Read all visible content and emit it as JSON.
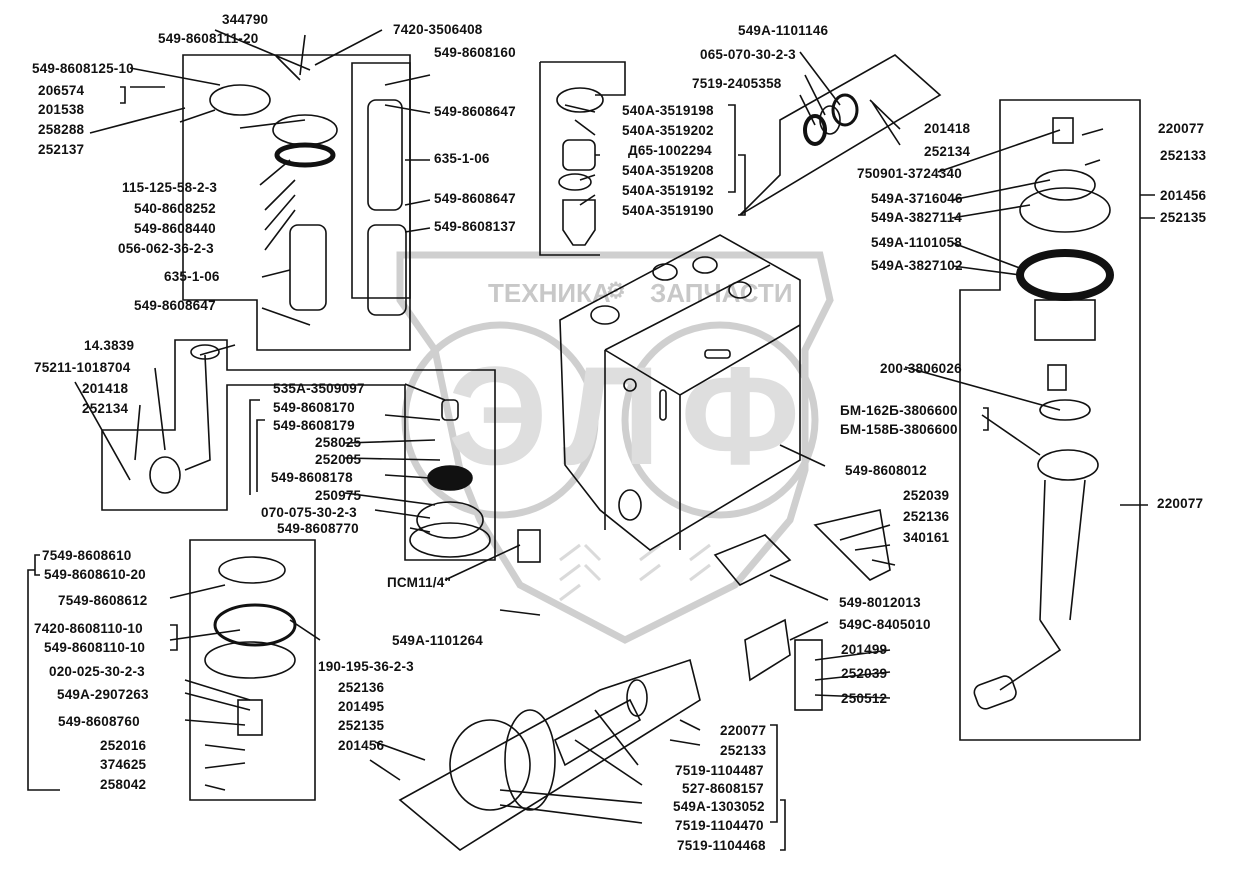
{
  "diagram": {
    "title": "Fuel tank assembly – exploded parts diagram",
    "watermark": {
      "top_text_left": "ТЕХНИКА",
      "top_text_right": "ЗАПЧАСТИ",
      "logo_letters": "ЭЛФ",
      "gear_symbol": "⚙"
    },
    "groups": {
      "filter_assembly": [
        "344790",
        "549-8608111-20",
        "7420-3506408",
        "549-8608125-10",
        "206574",
        "201538",
        "258288",
        "252137",
        "549-8608160",
        "549-8608647",
        "635-1-06",
        "549-8608647",
        "549-8608137",
        "115-125-58-2-3",
        "540-8608252",
        "549-8608440",
        "056-062-36-2-3",
        "635-1-06",
        "549-8608647"
      ],
      "breather_assembly": [
        "540A-3519198",
        "540A-3519202",
        "Д65-1002294",
        "540A-3519208",
        "540A-3519192",
        "540A-3519190"
      ],
      "fuel_intake_assembly": [
        "549A-1101146",
        "065-070-30-2-3",
        "7519-2405358",
        "201418",
        "252134"
      ],
      "fuel_gauge_sensor": [
        "220077",
        "252133",
        "201456",
        "252135",
        "750901-3724340",
        "549A-3716046",
        "549A-3827114",
        "549A-1101058",
        "549A-3827102",
        "200-3806026",
        "БМ-162Б-3806600",
        "БМ-158Б-3806600",
        "220077"
      ],
      "drain_pipe": [
        "14.3839",
        "75211-1018704",
        "201418",
        "252134"
      ],
      "drain_valve": [
        "535A-3509097",
        "549-8608170",
        "549-8608179",
        "258025",
        "252005",
        "549-8608178",
        "250975",
        "070-075-30-2-3",
        "549-8608770",
        "ПСМ11/4\""
      ],
      "filler_neck": [
        "7549-8608610",
        "549-8608610-20",
        "7549-8608612",
        "7420-8608110-10",
        "549-8608110-10",
        "190-195-36-2-3",
        "020-025-30-2-3",
        "549A-2907263",
        "549-8608760",
        "252016",
        "374625",
        "258042",
        "252136",
        "201495"
      ],
      "mounting": [
        "549-8608012",
        "252039",
        "252136",
        "340161",
        "549-8012013",
        "549C-8405010",
        "201499",
        "252039",
        "250512",
        "549A-1101264"
      ],
      "intake_filter": [
        "252135",
        "201456",
        "220077",
        "252133",
        "7519-1104487",
        "527-8608157",
        "549A-1303052",
        "7519-1104470",
        "7519-1104468"
      ]
    },
    "labels": [
      {
        "id": "l1",
        "text": "344790"
      },
      {
        "id": "l2",
        "text": "549-8608111-20"
      },
      {
        "id": "l3",
        "text": "7420-3506408"
      },
      {
        "id": "l4",
        "text": "549-8608125-10"
      },
      {
        "id": "l5",
        "text": "206574"
      },
      {
        "id": "l6",
        "text": "201538"
      },
      {
        "id": "l7",
        "text": "258288"
      },
      {
        "id": "l8",
        "text": "252137"
      },
      {
        "id": "l9",
        "text": "549-8608160"
      },
      {
        "id": "l10",
        "text": "549-8608647"
      },
      {
        "id": "l11",
        "text": "635-1-06"
      },
      {
        "id": "l12",
        "text": "549-8608647"
      },
      {
        "id": "l13",
        "text": "549-8608137"
      },
      {
        "id": "l14",
        "text": "115-125-58-2-3"
      },
      {
        "id": "l15",
        "text": "540-8608252"
      },
      {
        "id": "l16",
        "text": "549-8608440"
      },
      {
        "id": "l17",
        "text": "056-062-36-2-3"
      },
      {
        "id": "l18",
        "text": "635-1-06"
      },
      {
        "id": "l19",
        "text": "549-8608647"
      },
      {
        "id": "l20",
        "text": "540A-3519198"
      },
      {
        "id": "l21",
        "text": "540A-3519202"
      },
      {
        "id": "l22",
        "text": "Д65-1002294"
      },
      {
        "id": "l23",
        "text": "540A-3519208"
      },
      {
        "id": "l24",
        "text": "540A-3519192"
      },
      {
        "id": "l25",
        "text": "540A-3519190"
      },
      {
        "id": "l26",
        "text": "549A-1101146"
      },
      {
        "id": "l27",
        "text": "065-070-30-2-3"
      },
      {
        "id": "l28",
        "text": "7519-2405358"
      },
      {
        "id": "l29",
        "text": "201418"
      },
      {
        "id": "l30",
        "text": "252134"
      },
      {
        "id": "l31",
        "text": "220077"
      },
      {
        "id": "l32",
        "text": "252133"
      },
      {
        "id": "l33",
        "text": "750901-3724340"
      },
      {
        "id": "l34",
        "text": "549A-3716046"
      },
      {
        "id": "l35",
        "text": "201456"
      },
      {
        "id": "l36",
        "text": "549A-3827114"
      },
      {
        "id": "l37",
        "text": "252135"
      },
      {
        "id": "l38",
        "text": "549A-1101058"
      },
      {
        "id": "l39",
        "text": "549A-3827102"
      },
      {
        "id": "l40",
        "text": "14.3839"
      },
      {
        "id": "l41",
        "text": "75211-1018704"
      },
      {
        "id": "l42",
        "text": "201418"
      },
      {
        "id": "l43",
        "text": "252134"
      },
      {
        "id": "l44",
        "text": "200-3806026"
      },
      {
        "id": "l45",
        "text": "БМ-162Б-3806600"
      },
      {
        "id": "l46",
        "text": "БМ-158Б-3806600"
      },
      {
        "id": "l47",
        "text": "535A-3509097"
      },
      {
        "id": "l48",
        "text": "549-8608170"
      },
      {
        "id": "l49",
        "text": "549-8608179"
      },
      {
        "id": "l50",
        "text": "258025"
      },
      {
        "id": "l51",
        "text": "252005"
      },
      {
        "id": "l52",
        "text": "549-8608178"
      },
      {
        "id": "l53",
        "text": "250975"
      },
      {
        "id": "l54",
        "text": "070-075-30-2-3"
      },
      {
        "id": "l55",
        "text": "549-8608770"
      },
      {
        "id": "l56",
        "text": "549-8608012"
      },
      {
        "id": "l57",
        "text": "220077"
      },
      {
        "id": "l58",
        "text": "252039"
      },
      {
        "id": "l59",
        "text": "252136"
      },
      {
        "id": "l60",
        "text": "340161"
      },
      {
        "id": "l61",
        "text": "ПСМ11/4\""
      },
      {
        "id": "l62",
        "text": "7549-8608610"
      },
      {
        "id": "l63",
        "text": "549-8608610-20"
      },
      {
        "id": "l64",
        "text": "7549-8608612"
      },
      {
        "id": "l65",
        "text": "7420-8608110-10"
      },
      {
        "id": "l66",
        "text": "549-8608110-10"
      },
      {
        "id": "l67",
        "text": "190-195-36-2-3"
      },
      {
        "id": "l68",
        "text": "549A-1101264"
      },
      {
        "id": "l69",
        "text": "549-8012013"
      },
      {
        "id": "l70",
        "text": "549C-8405010"
      },
      {
        "id": "l71",
        "text": "020-025-30-2-3"
      },
      {
        "id": "l72",
        "text": "549A-2907263"
      },
      {
        "id": "l73",
        "text": "252136"
      },
      {
        "id": "l74",
        "text": "201495"
      },
      {
        "id": "l75",
        "text": "201499"
      },
      {
        "id": "l76",
        "text": "252039"
      },
      {
        "id": "l77",
        "text": "250512"
      },
      {
        "id": "l78",
        "text": "549-8608760"
      },
      {
        "id": "l79",
        "text": "252135"
      },
      {
        "id": "l80",
        "text": "201456"
      },
      {
        "id": "l81",
        "text": "220077"
      },
      {
        "id": "l82",
        "text": "252133"
      },
      {
        "id": "l83",
        "text": "252016"
      },
      {
        "id": "l84",
        "text": "374625"
      },
      {
        "id": "l85",
        "text": "258042"
      },
      {
        "id": "l86",
        "text": "7519-1104487"
      },
      {
        "id": "l87",
        "text": "527-8608157"
      },
      {
        "id": "l88",
        "text": "549A-1303052"
      },
      {
        "id": "l89",
        "text": "7519-1104470"
      },
      {
        "id": "l90",
        "text": "7519-1104468"
      }
    ]
  }
}
